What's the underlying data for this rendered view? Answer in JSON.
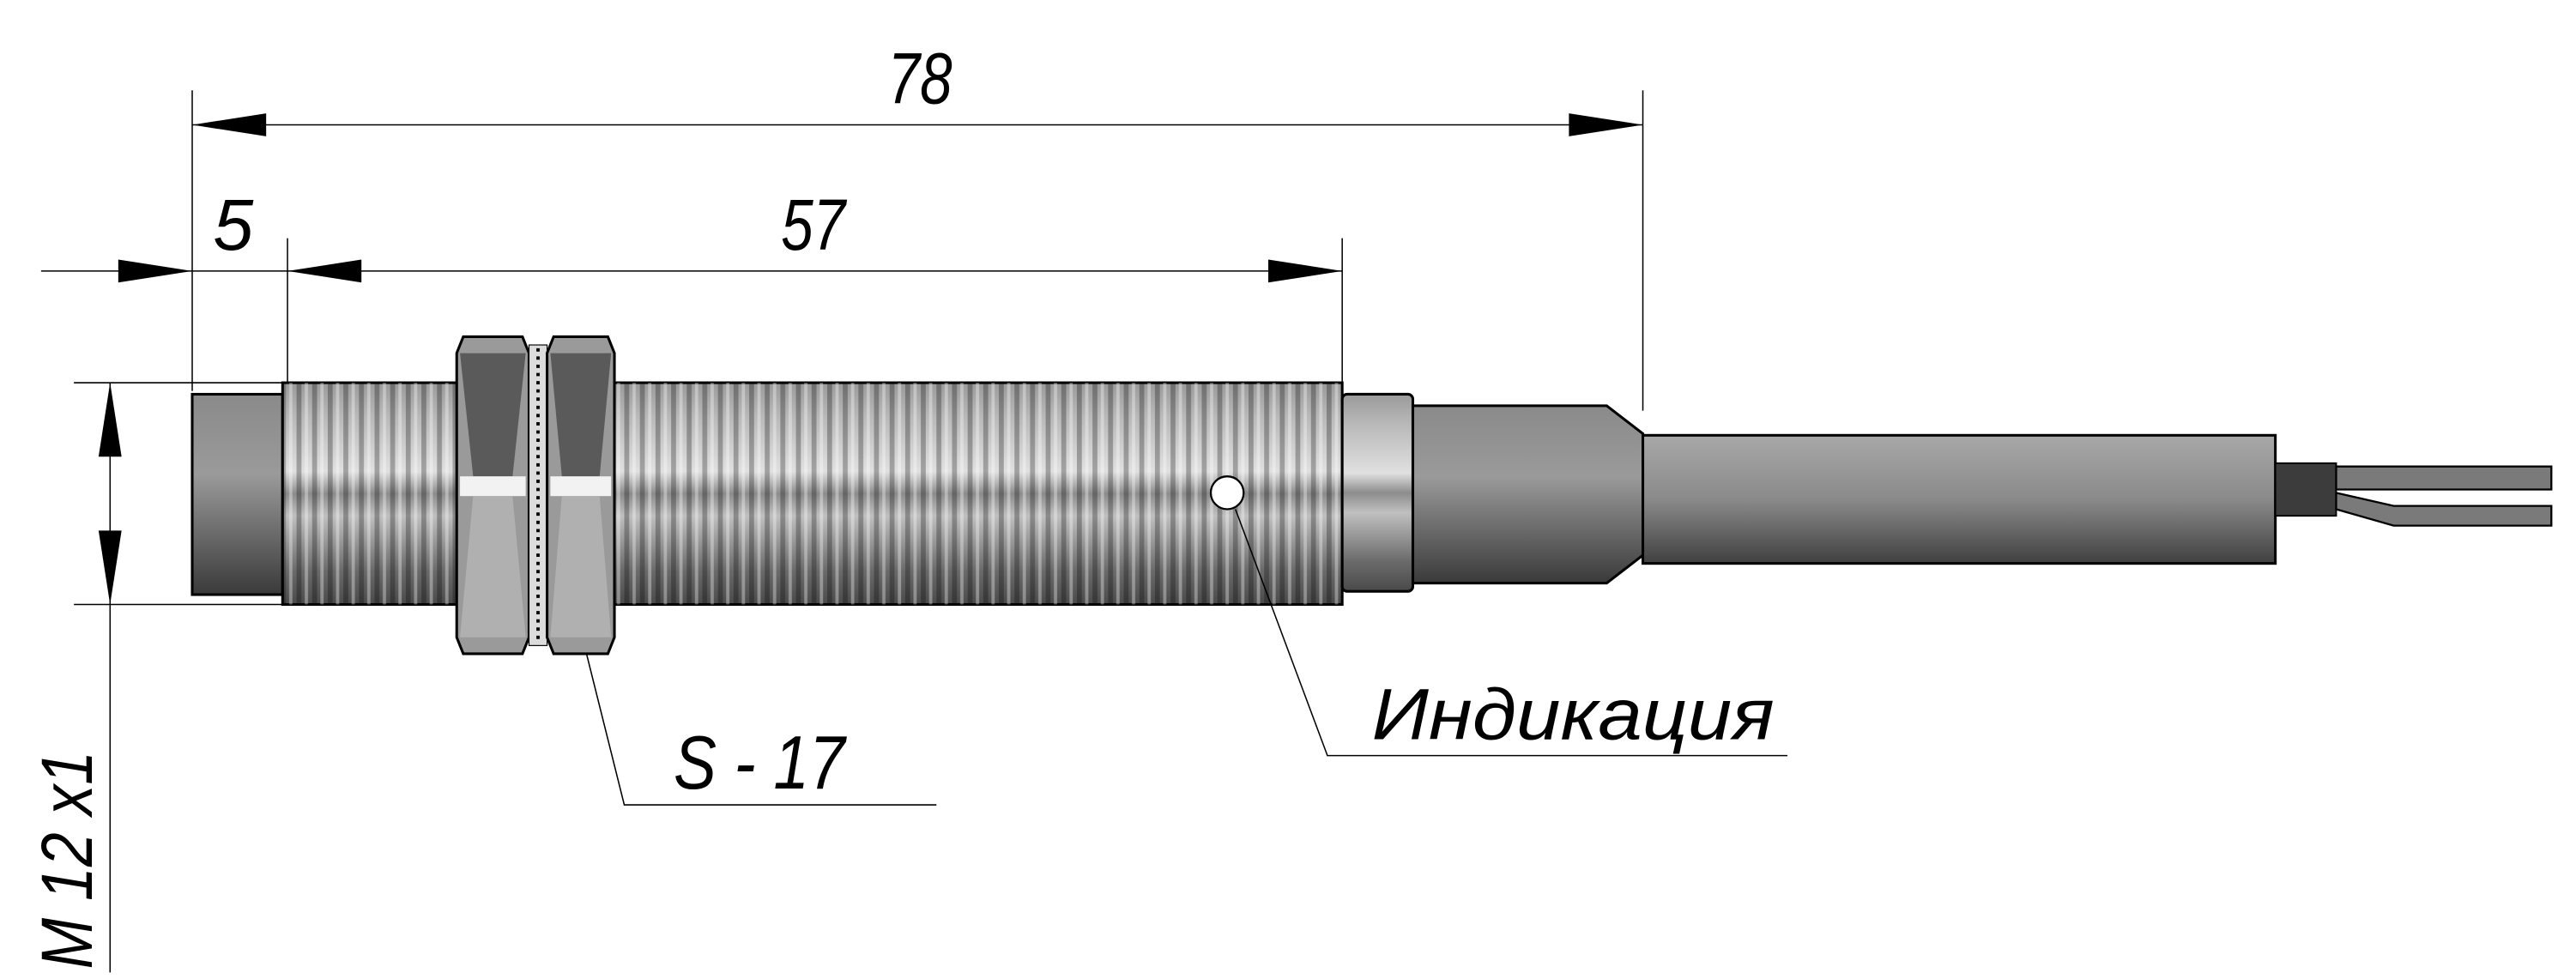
{
  "drawing": {
    "dimensions": {
      "overall_length": "78",
      "front_offset": "5",
      "thread_length": "57",
      "thread_size": "M 12 x1"
    },
    "callouts": {
      "nut_size": "S - 17",
      "indicator": "Индикация"
    },
    "colors": {
      "line": "#000000",
      "metal_light": "#d8d8d8",
      "metal_dark": "#3a3a3a",
      "cable": "#808080"
    }
  }
}
